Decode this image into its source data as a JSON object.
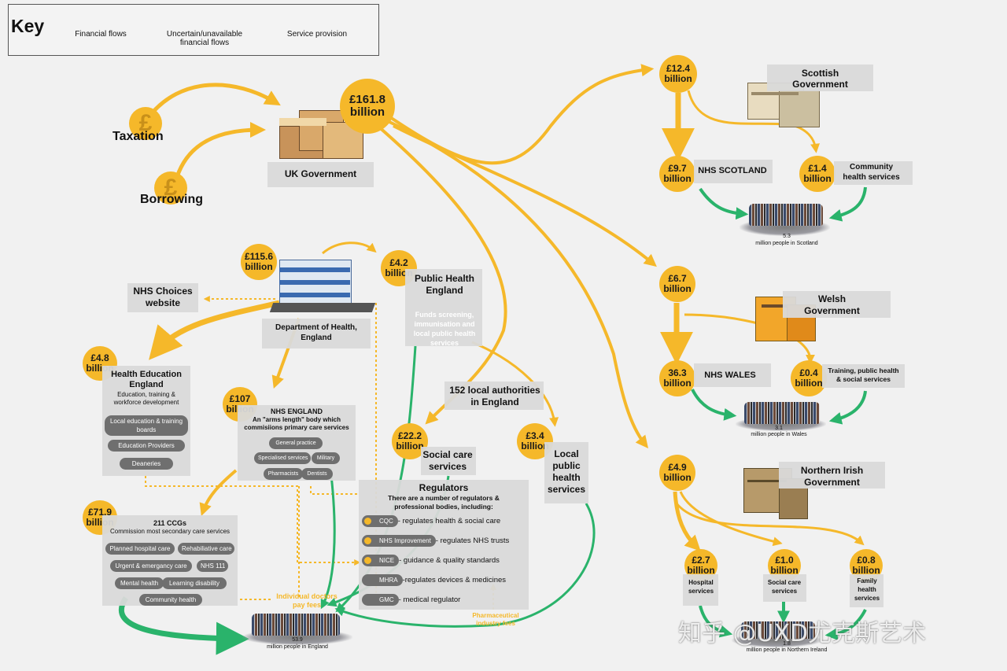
{
  "key": {
    "title": "Key",
    "financial": "Financial flows",
    "uncertain": "Uncertain/unavailable\nfinancial flows",
    "service": "Service provision"
  },
  "colors": {
    "gold": "#f5b82a",
    "green": "#2ab36b",
    "box": "#d9d9d9",
    "pill": "#6f6f6f"
  },
  "uk": {
    "taxation": "Taxation",
    "borrowing": "Borrowing",
    "government": "UK Government",
    "total": [
      "£161.8",
      "billion"
    ]
  },
  "scotland": {
    "total": [
      "£12.4",
      "billion"
    ],
    "gov": [
      "Scottish",
      "Government"
    ],
    "nhs_amount": [
      "£9.7",
      "billion"
    ],
    "nhs_label": "NHS SCOTLAND",
    "community_amount": [
      "£1.4",
      "billion"
    ],
    "community_label": [
      "Community",
      "health services"
    ],
    "population_num": "5.3",
    "population": "million people in Scotland"
  },
  "wales": {
    "total": [
      "£6.7",
      "billion"
    ],
    "gov": [
      "Welsh",
      "Government"
    ],
    "nhs_amount": [
      "36.3",
      "billion"
    ],
    "nhs_label": "NHS WALES",
    "training_amount": [
      "£0.4",
      "billion"
    ],
    "training_label": [
      "Training, public health",
      "& social services"
    ],
    "population_num": "3.1",
    "population": "million people in Wales"
  },
  "ni": {
    "total": [
      "£4.9",
      "billion"
    ],
    "gov": [
      "Northern Irish",
      "Government"
    ],
    "hospital_amount": [
      "£2.7",
      "billion"
    ],
    "hospital_label": [
      "Hospital",
      "services"
    ],
    "social_amount": [
      "£1.0",
      "billion"
    ],
    "social_label": [
      "Social care",
      "services"
    ],
    "family_amount": [
      "£0.8",
      "billion"
    ],
    "family_label": [
      "Family",
      "health",
      "services"
    ],
    "population_num": "1.8",
    "population": "million people in Northern Ireland"
  },
  "england": {
    "doh_amount": [
      "£115.6",
      "billion"
    ],
    "doh_label": [
      "Department of Health,",
      "England"
    ],
    "nhs_choices": [
      "NHS Choices",
      "website"
    ],
    "phe_amount": [
      "£4.2",
      "billion"
    ],
    "phe_label": [
      "Public Health",
      "England"
    ],
    "phe_desc": [
      "Funds screening,",
      "immunisation and",
      "local public health",
      "services"
    ],
    "hee_amount": [
      "£4.8",
      "billion"
    ],
    "hee_label": [
      "Health Education",
      "England"
    ],
    "hee_desc": [
      "Education, training &",
      "workforce development"
    ],
    "hee_items": [
      "Local education & training",
      "boards",
      "Education Providers",
      "Deaneries"
    ],
    "nhse_amount": [
      "£107",
      "billion"
    ],
    "nhse_label": "NHS ENGLAND",
    "nhse_desc": [
      "An \"arms length\" body which",
      "commisiions primary care services"
    ],
    "nhse_items": [
      "General practice",
      "Specialised services",
      "Military",
      "Pharmacists",
      "Dentists"
    ],
    "la_label": [
      "152 local authorities",
      "in England"
    ],
    "social_amount": [
      "£22.2",
      "billion"
    ],
    "social_label": [
      "Social care",
      "services"
    ],
    "local_amount": [
      "£3.4",
      "billion"
    ],
    "local_label": [
      "Local",
      "public",
      "health",
      "services"
    ],
    "ccg_amount": [
      "£71.9",
      "billion"
    ],
    "ccg_label": "211 CCGs",
    "ccg_desc": "Commission most secondary care services",
    "ccg_items": [
      "Planned hospital care",
      "Rehabiliative care",
      "Urgent & emergancy care",
      "NHS 111",
      "Mental health",
      "Learning disability",
      "Community health"
    ],
    "regulators_title": "Regulators",
    "regulators_desc": [
      "There are a number of regulators &",
      "professional bodies, including:"
    ],
    "regulators": [
      {
        "name": "CQC",
        "desc": "- regulates health & social care"
      },
      {
        "name": "NHS Improvement",
        "desc": "- regulates NHS trusts"
      },
      {
        "name": "NICE",
        "desc": "- guidance & quality standards"
      },
      {
        "name": "MHRA",
        "desc": "-regulates devices & medicines"
      },
      {
        "name": "GMC",
        "desc": "- medical regulator"
      }
    ],
    "doctors_fees": [
      "Individual doctors",
      "pay fees"
    ],
    "pharma_fees": [
      "Pharmaceutical",
      "industry fees"
    ],
    "population_num": "53.9",
    "population": "million people in England"
  },
  "watermark": "知乎 @UXD尤克斯艺术"
}
